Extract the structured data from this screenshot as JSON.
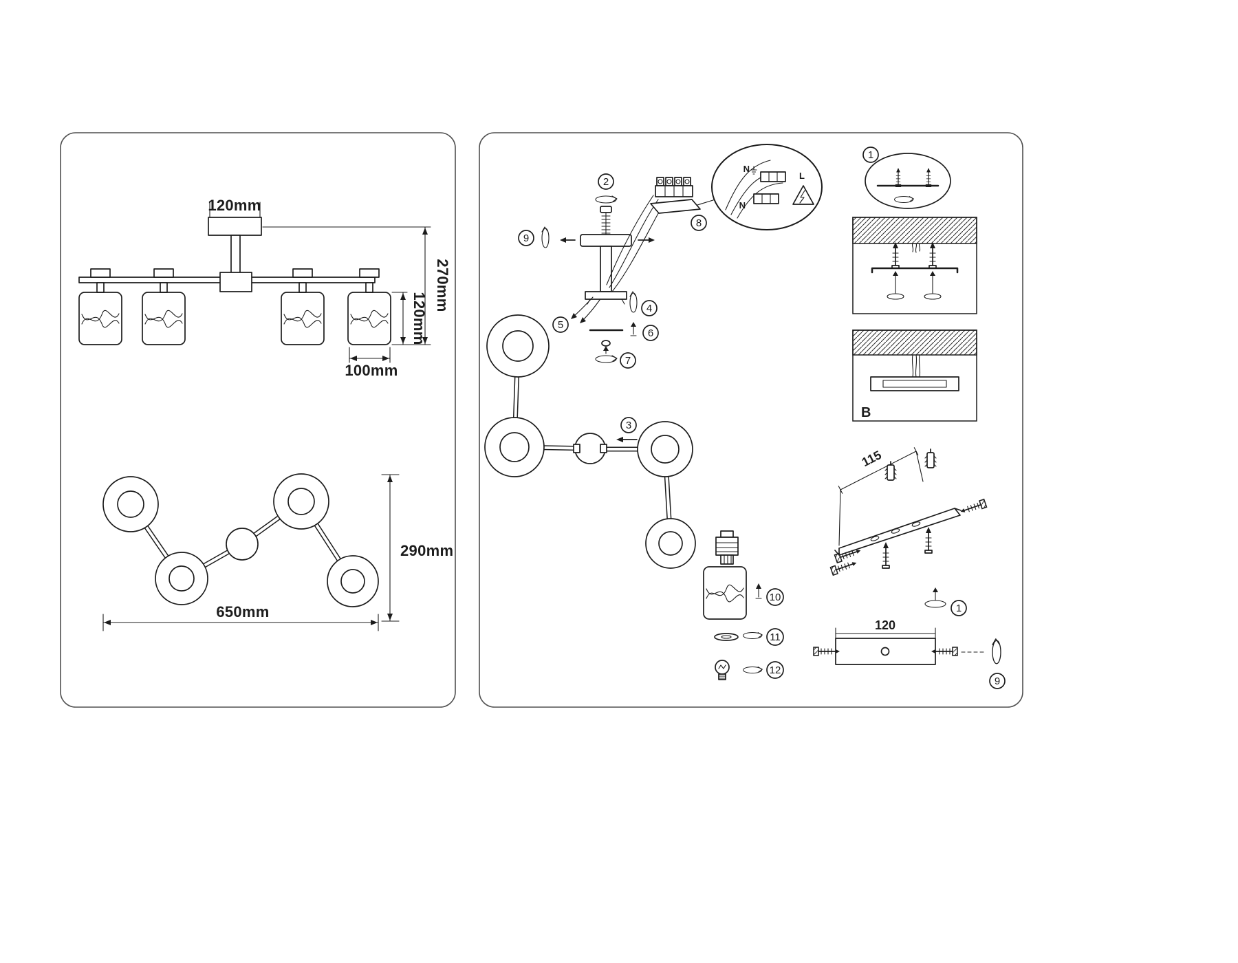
{
  "left_panel": {
    "front_view": {
      "canopy_width": "120mm",
      "total_height": "270mm",
      "shade_height": "120mm",
      "shade_width": "100mm"
    },
    "top_view": {
      "depth": "290mm",
      "width": "650mm"
    }
  },
  "right_panel": {
    "steps": {
      "s1": "1",
      "s2": "2",
      "s3": "3",
      "s4": "4",
      "s5": "5",
      "s6": "6",
      "s7": "7",
      "s8": "8",
      "s9": "9",
      "s10": "10",
      "s11": "11",
      "s12": "12"
    },
    "wiring": {
      "neutral_top": "N",
      "line": "L",
      "neutral_bottom": "N"
    },
    "mount": {
      "section_label": "B",
      "bracket_length": "115",
      "bracket_width": "120"
    }
  }
}
